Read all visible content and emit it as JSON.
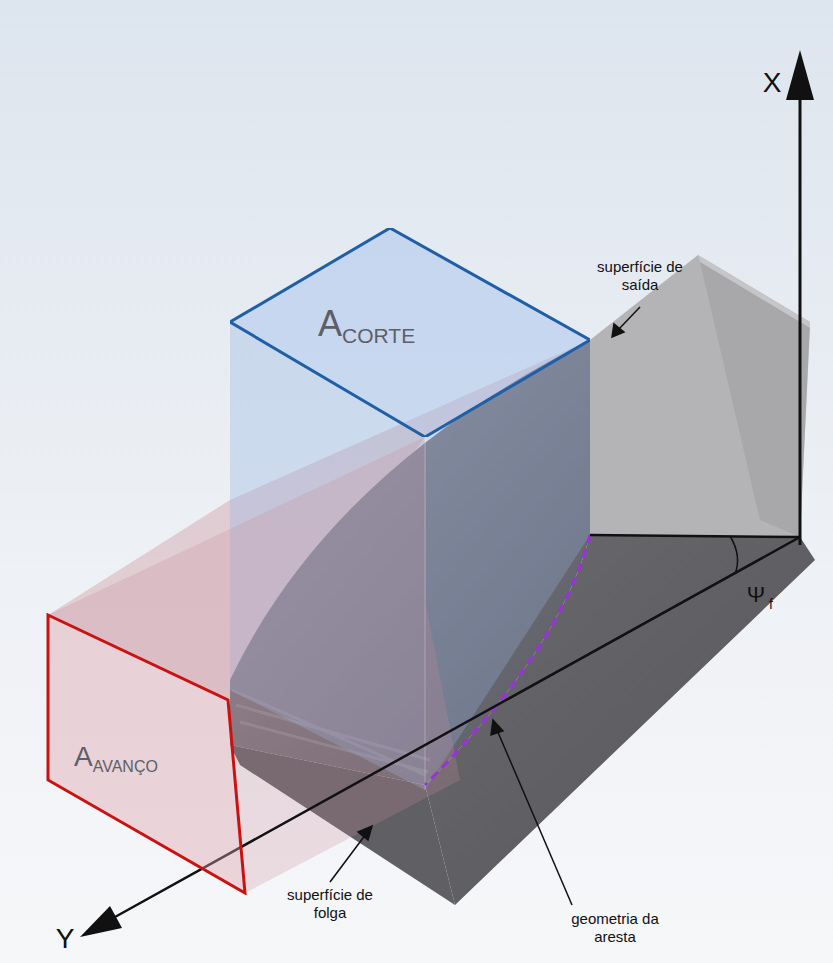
{
  "diagram": {
    "nodes": [
      {
        "text": [
          "A",
          "CORTE"
        ]
      },
      {
        "text": [
          "A",
          "AVANÇO"
        ]
      }
    ],
    "labels": [
      "X",
      "superfície de saída",
      "Ψ",
      "f",
      "geometria da aresta",
      "superfície de folga",
      "Y"
    ]
  }
}
